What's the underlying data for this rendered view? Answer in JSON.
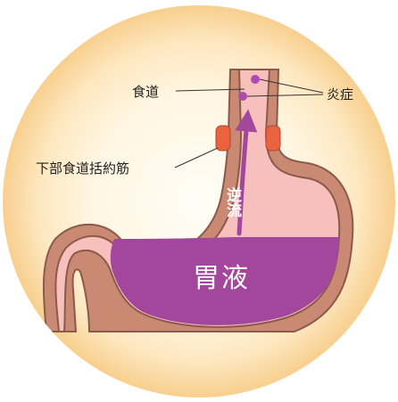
{
  "labels": {
    "esophagus": "食道",
    "inflammation": "炎症",
    "sphincter": "下部食道括約筋",
    "reflux": "逆流",
    "gastric_juice": "胃液"
  },
  "colors": {
    "background_glow": "#fbd79a",
    "stomach_wall": "#c98972",
    "stomach_inner": "#f7c0bd",
    "stomach_outline": "#8a5a4a",
    "gastric_juice": "#a3479d",
    "sphincter": "#e8633e",
    "inflammation_dot": "#b04ab0"
  }
}
